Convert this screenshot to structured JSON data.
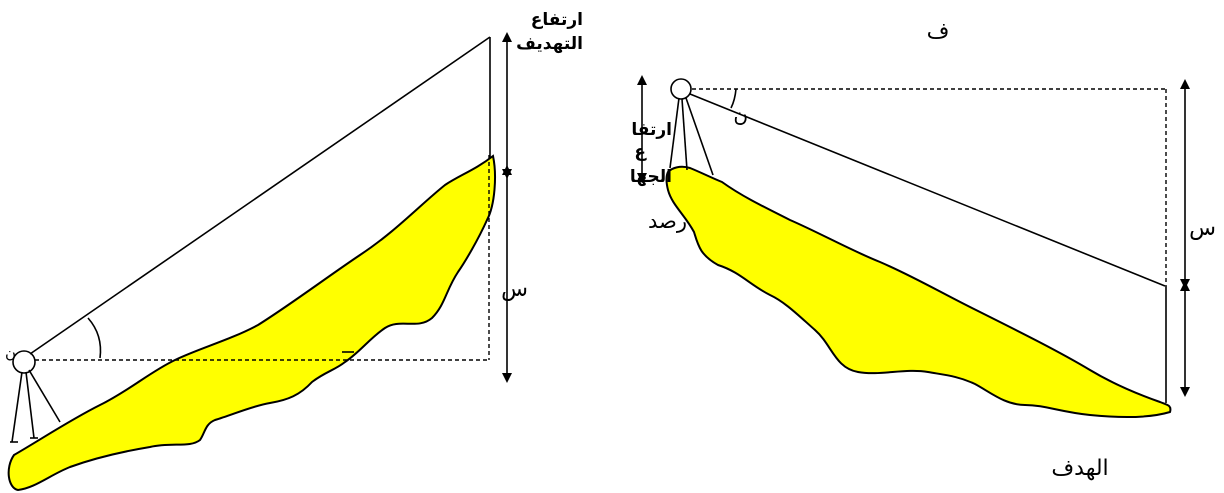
{
  "colors": {
    "ground_fill": "#ffff00",
    "stroke": "#000000",
    "background": "#ffffff"
  },
  "left_figure": {
    "label_target_height_line1": "ارتفاع",
    "label_target_height_line2": "التهديف",
    "label_s": "س",
    "label_n": "ن"
  },
  "right_figure": {
    "label_f": "ف",
    "label_n": "ن",
    "label_s": "س",
    "label_instrument_height_line1": "ارتفا",
    "label_instrument_height_line2": "ع",
    "label_instrument_height_line3": "الجها",
    "label_observation": "رصد",
    "label_target": "الهدف"
  }
}
